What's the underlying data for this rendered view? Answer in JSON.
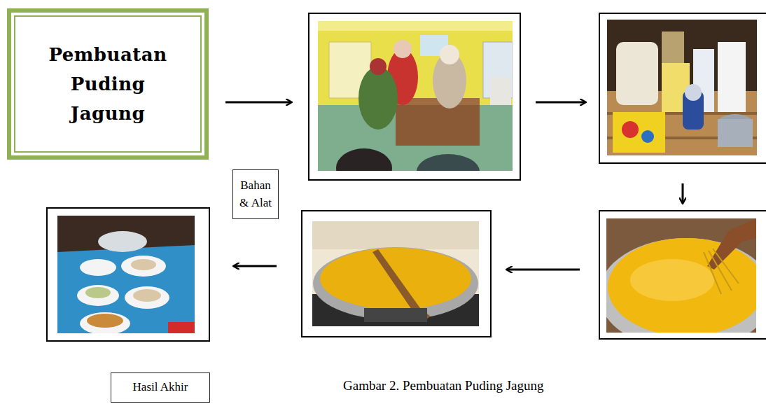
{
  "diagram": {
    "caption": "Gambar 2. Pembuatan Puding Jagung",
    "nodes": [
      {
        "text": [
          "Pembuatan Puding Jagung"
        ]
      },
      {
        "text": [
          "Bahan & Alat"
        ]
      },
      {
        "text": [
          "Hasil Akhir"
        ]
      }
    ]
  }
}
